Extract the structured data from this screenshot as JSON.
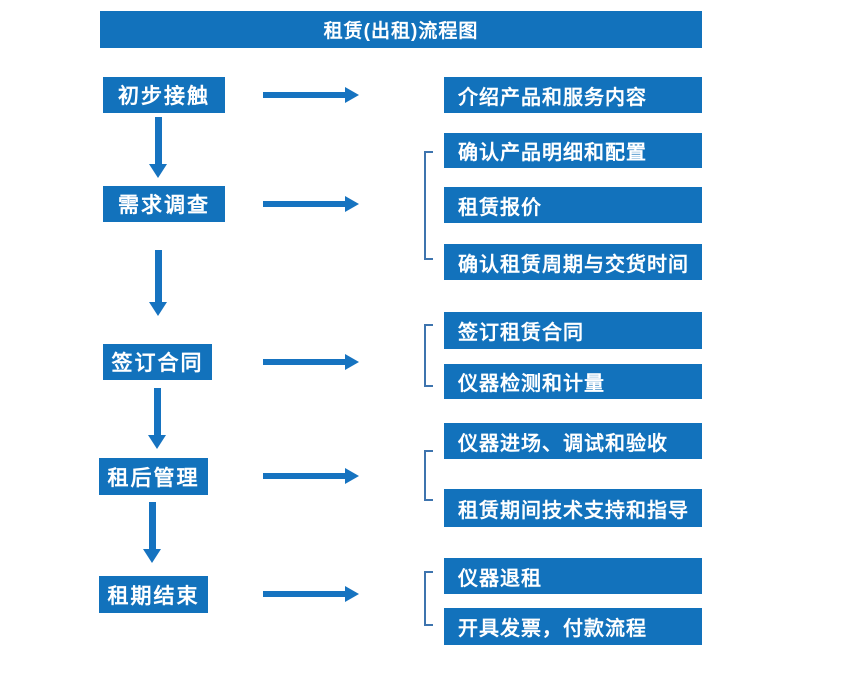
{
  "title": "租赁(出租)流程图",
  "colors": {
    "box_blue": "#1272BC",
    "arrow_blue": "#1673C0",
    "bracket_blue": "#3E74AE",
    "text_white": "#FFFFFF"
  },
  "flow": {
    "stages": [
      {
        "label": "初步接触",
        "details": [
          "介绍产品和服务内容"
        ]
      },
      {
        "label": "需求调查",
        "details": [
          "确认产品明细和配置",
          "租赁报价",
          "确认租赁周期与交货时间"
        ]
      },
      {
        "label": "签订合同",
        "details": [
          "签订租赁合同",
          "仪器检测和计量"
        ]
      },
      {
        "label": "租后管理",
        "details": [
          "仪器进场、调试和验收",
          "租赁期间技术支持和指导"
        ]
      },
      {
        "label": "租期结束",
        "details": [
          "仪器退租",
          "开具发票，付款流程"
        ]
      }
    ]
  }
}
